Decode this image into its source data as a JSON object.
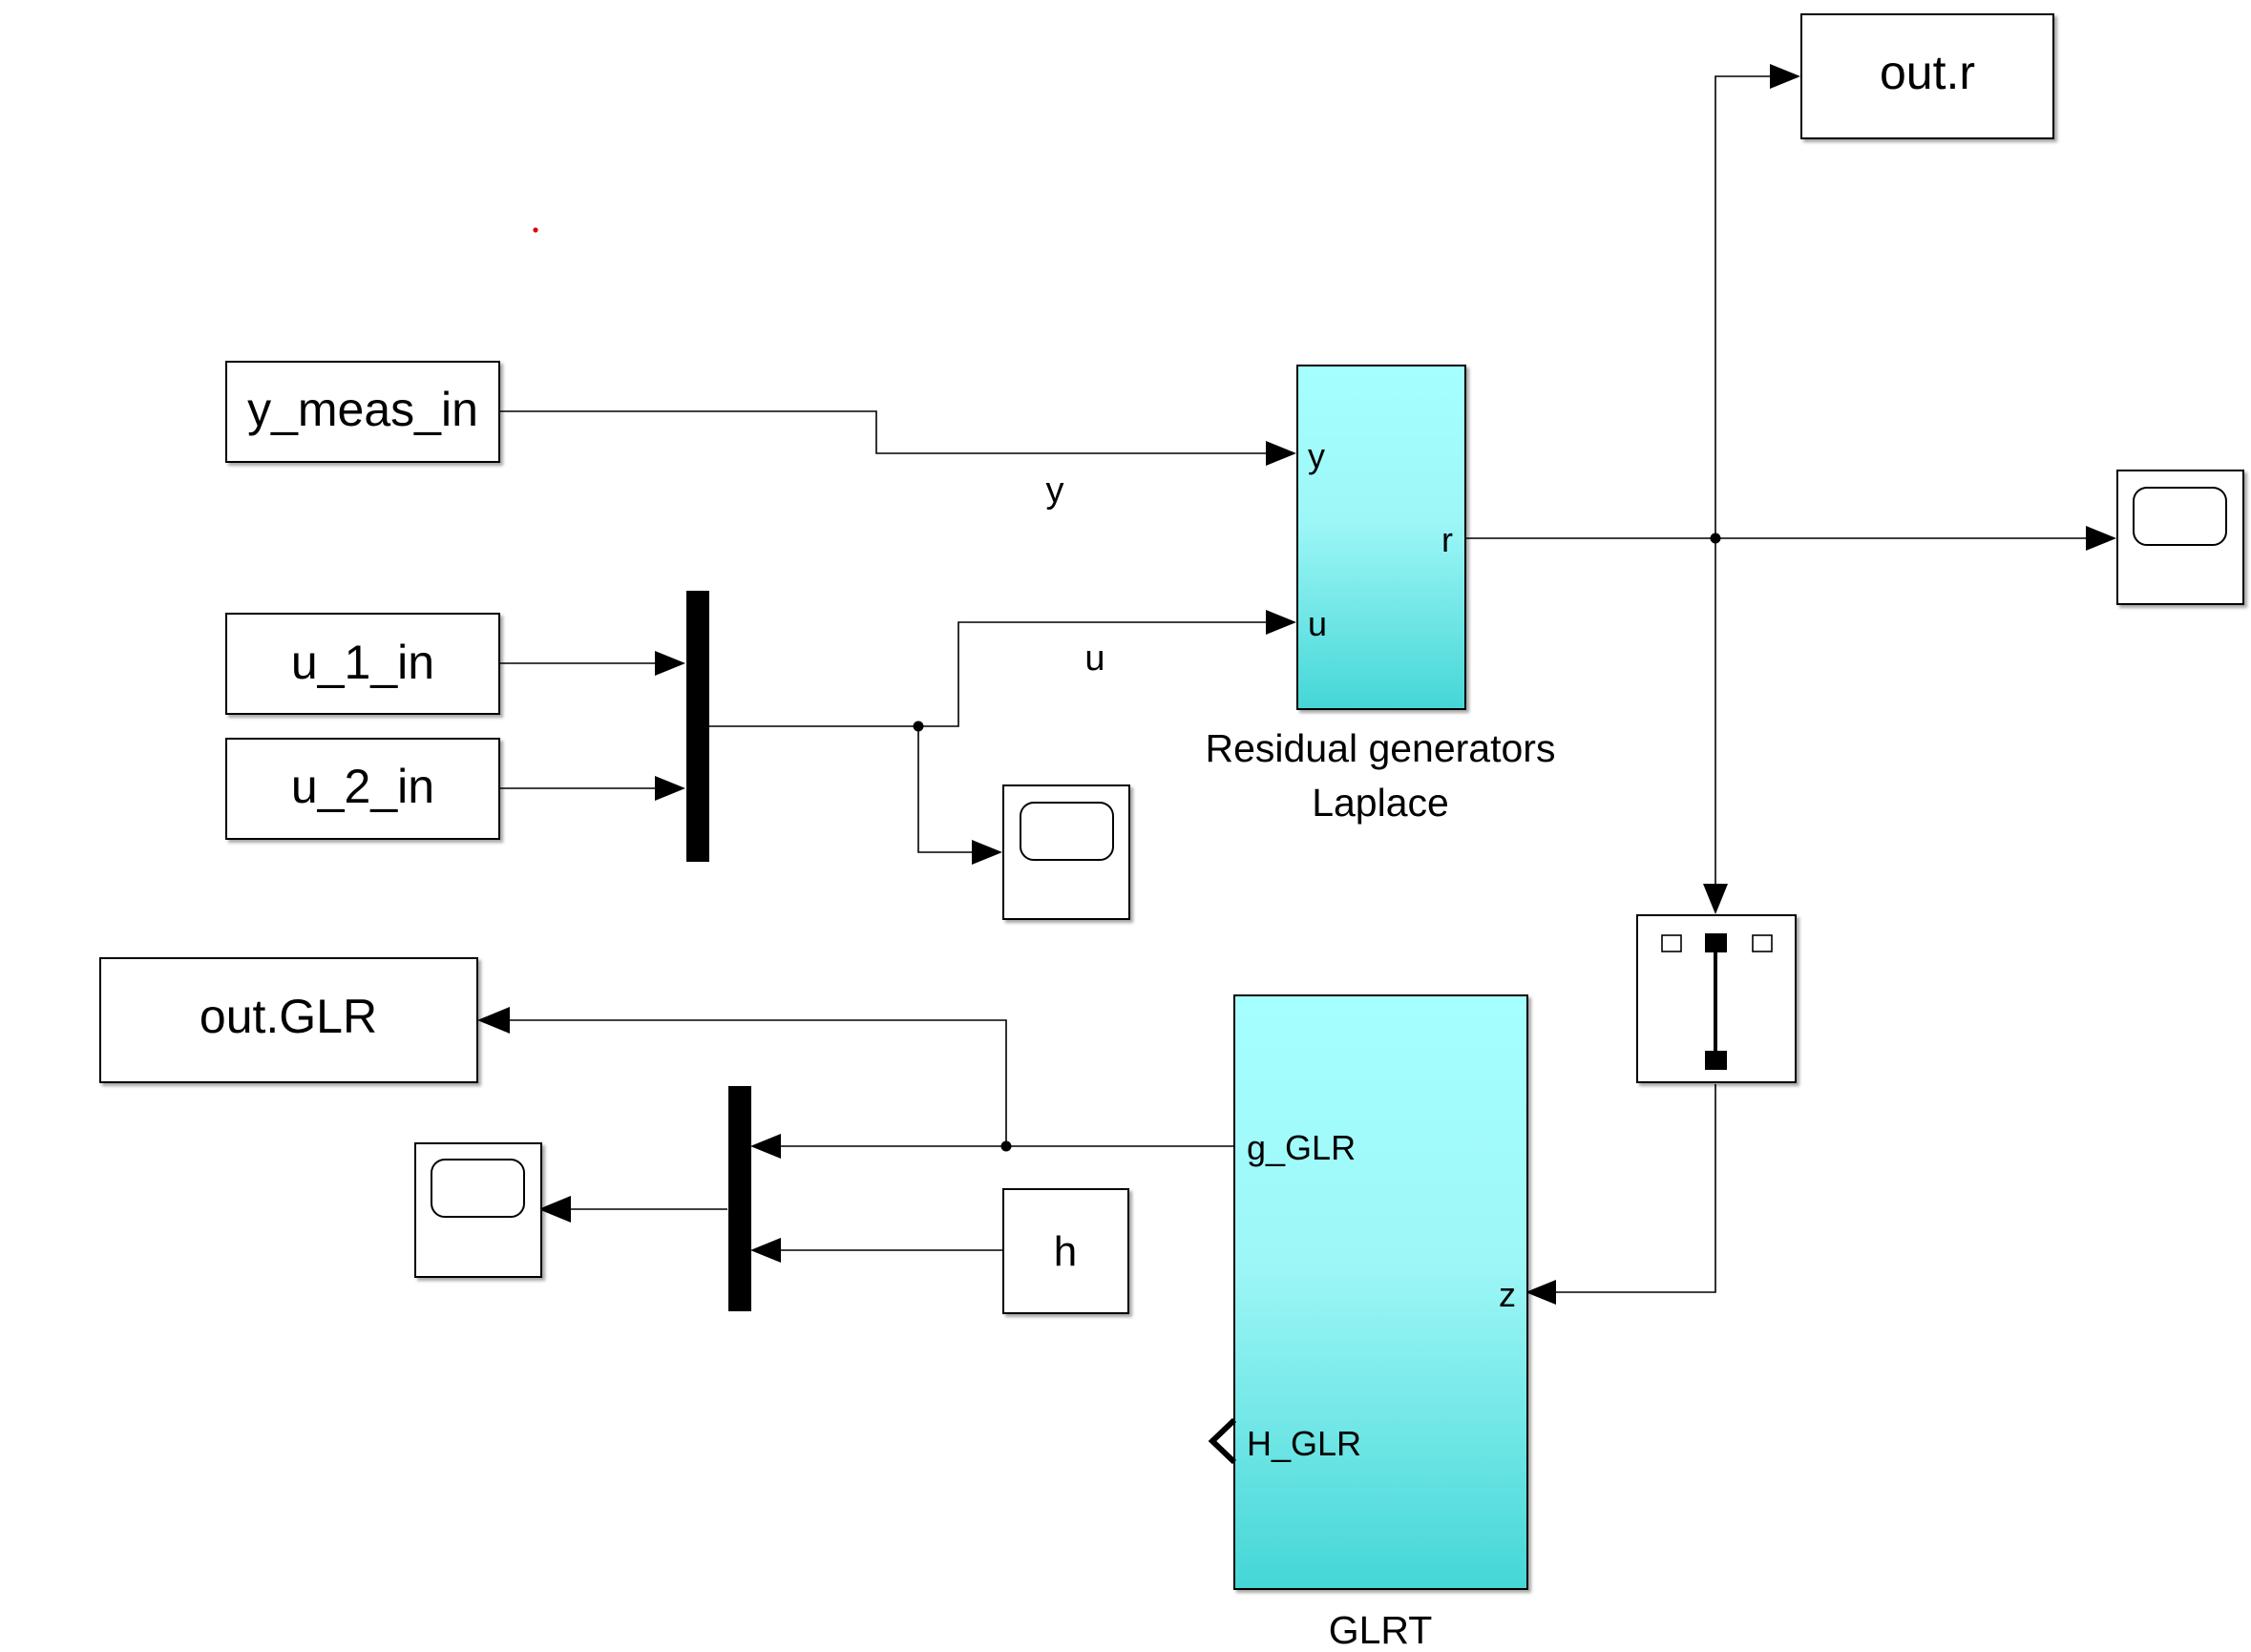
{
  "blocks": {
    "y_meas_in": "y_meas_in",
    "u_1_in": "u_1_in",
    "u_2_in": "u_2_in",
    "out_r": "out.r",
    "out_glr": "out.GLR",
    "h": "h"
  },
  "residual_subsystem": {
    "port_y": "y",
    "port_u": "u",
    "port_r": "r",
    "title_line1": "Residual generators",
    "title_line2": "Laplace"
  },
  "glrt_subsystem": {
    "port_g": "g_GLR",
    "port_z": "z",
    "port_h": "H_GLR",
    "title": "GLRT"
  },
  "signal_labels": {
    "y": "y",
    "u": "u"
  },
  "colors": {
    "subsystem_top": "#a6ffff",
    "subsystem_bottom": "#45d6d6",
    "line": "#000000",
    "marker": "#e00000"
  },
  "icons": [
    "scope-icon",
    "selector-icon",
    "mux-bar",
    "arrowhead",
    "junction-dot"
  ]
}
